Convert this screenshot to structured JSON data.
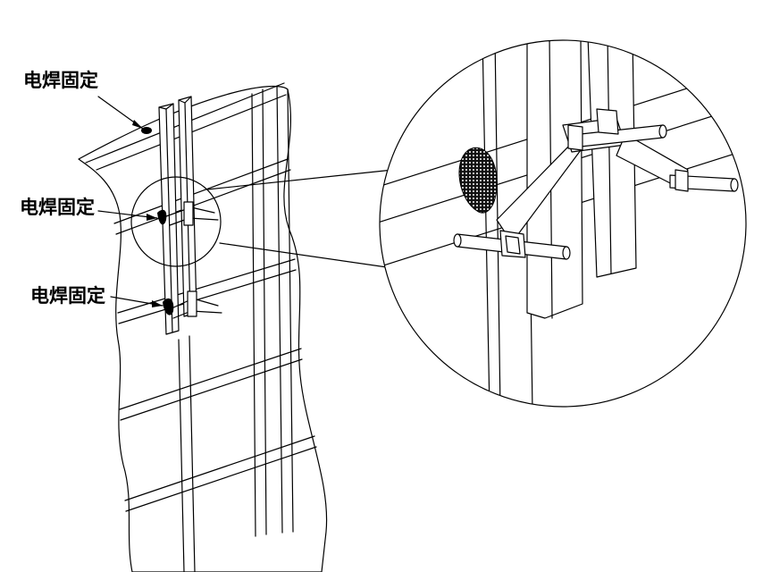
{
  "labels": {
    "weld_top": "电焊固定",
    "weld_middle": "电焊固定",
    "weld_bottom": "电焊固定"
  },
  "colors": {
    "line": "#000000",
    "background": "#ffffff",
    "weld_fill": "#000000"
  }
}
